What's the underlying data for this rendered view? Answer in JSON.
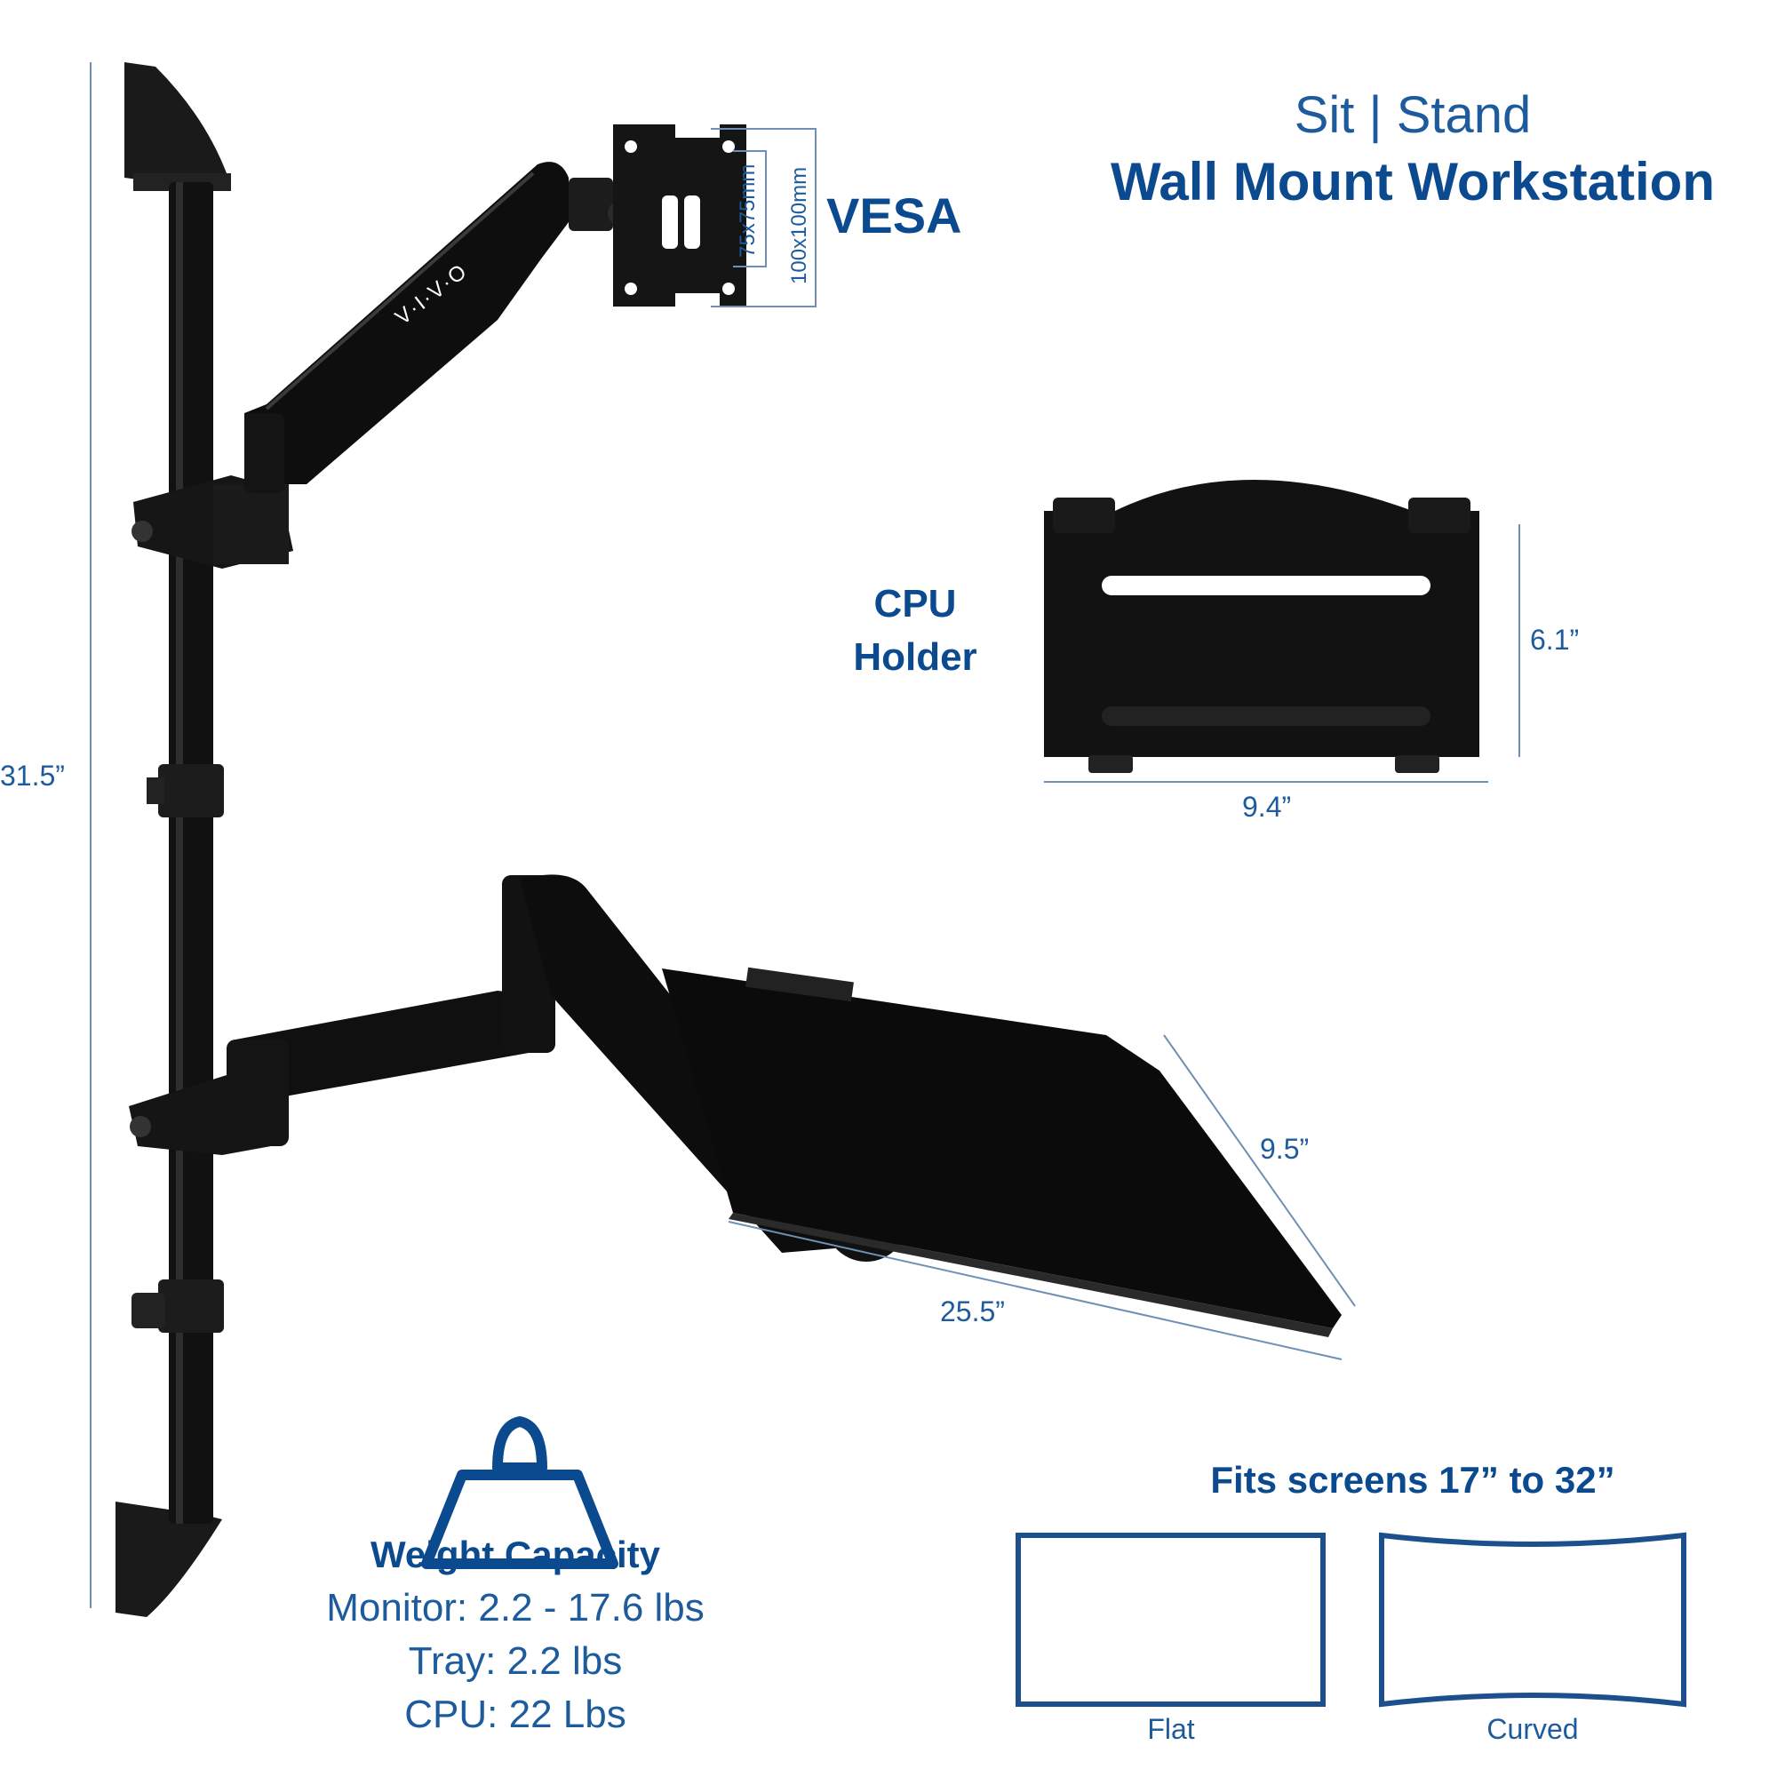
{
  "header": {
    "line1": "Sit | Stand",
    "line2": "Wall Mount Workstation"
  },
  "vesa": {
    "label": "VESA",
    "small": "75x75mm",
    "large": "100x100mm"
  },
  "cpu_holder": {
    "label_line1": "CPU",
    "label_line2": "Holder",
    "height": "6.1”",
    "width": "9.4”"
  },
  "pole": {
    "height": "31.5”"
  },
  "tray": {
    "depth": "9.5”",
    "width": "25.5”"
  },
  "brand": "V·I·V·O",
  "weight_capacity": {
    "title": "Weight Capacity",
    "monitor": "Monitor: 2.2 - 17.6 lbs",
    "tray": "Tray: 2.2 lbs",
    "cpu": "CPU: 22 Lbs"
  },
  "screens": {
    "title": "Fits screens 17” to 32”",
    "flat_label": "Flat",
    "curved_label": "Curved"
  },
  "colors": {
    "brand_blue": "#0b4a8f",
    "dim_line": "#6f8fb5",
    "product_black": "#111111"
  }
}
